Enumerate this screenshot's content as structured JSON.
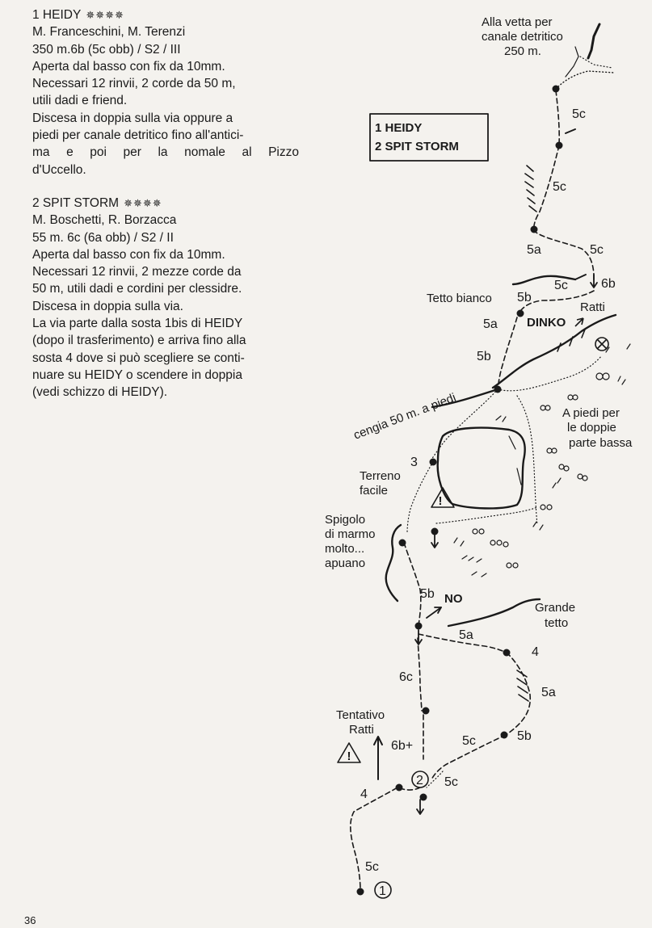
{
  "routes": [
    {
      "title": "1 HEIDY",
      "stars": "✵✵✵✵",
      "lines": [
        "M. Franceschini, M. Terenzi",
        "350 m.6b (5c obb) / S2 / III",
        "Aperta dal basso con fix da 10mm.",
        "Necessari 12 rinvii, 2 corde da 50 m,",
        "utili dadi e friend.",
        "Discesa in doppia sulla via oppure a",
        "piedi per canale detritico fino all'antici-",
        "ma e poi per la nomale al Pizzo",
        "d'Uccello."
      ]
    },
    {
      "title": "2 SPIT STORM",
      "stars": "✵✵✵✵",
      "lines": [
        "M. Boschetti, R. Borzacca",
        "55 m. 6c (6a obb) / S2 / II",
        "Aperta dal basso con fix da 10mm.",
        "Necessari 12 rinvii, 2 mezze corde da",
        "50 m, utili dadi e cordini per clessidre.",
        "Discesa in doppia sulla via.",
        "La via parte dalla sosta 1bis di HEIDY",
        "(dopo il trasferimento) e arriva fino alla",
        "sosta 4 dove si può scegliere se conti-",
        "nuare su HEIDY o scendere in doppia",
        "(vedi schizzo di HEIDY)."
      ]
    }
  ],
  "page_number": "36",
  "topo": {
    "legend": [
      "1 HEIDY",
      "2 SPIT STORM"
    ],
    "summit_label": [
      "Alla vetta per",
      "canale detritico",
      "250 m."
    ],
    "tetto_bianco": "Tetto bianco",
    "dinko": "DINKO",
    "ratti": "Ratti",
    "cengia": "cengia 50 m. a piedi",
    "piedi_doppie": [
      "A piedi per",
      "le doppie",
      "parte bassa"
    ],
    "terreno": [
      "Terreno",
      "facile"
    ],
    "spigolo": [
      "Spigolo",
      "di marmo",
      "molto...",
      "apuano"
    ],
    "no": "NO",
    "grande_tetto": [
      "Grande",
      "tetto"
    ],
    "tentativo": [
      "Tentativo",
      "Ratti"
    ],
    "belay_1": "1",
    "belay_2": "2",
    "belay_3": "3",
    "belay_4": "4",
    "belay_4b": "4",
    "grades": {
      "g1": "5c",
      "g2": "5c",
      "g3": "5a",
      "g4": "5c",
      "g5": "6b",
      "g6": "5c",
      "g7": "5b",
      "g8": "5a",
      "g9": "5b",
      "g10": "5b",
      "g11": "5a",
      "g12": "6c",
      "g13": "5a",
      "g14": "6b+",
      "g15": "5c",
      "g16": "5b",
      "g17": "5c",
      "g18": "5c"
    }
  }
}
